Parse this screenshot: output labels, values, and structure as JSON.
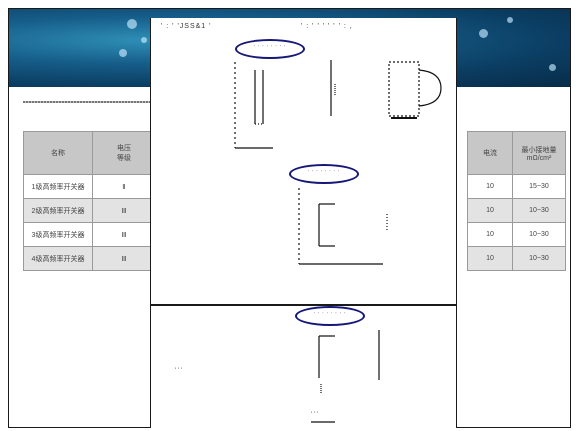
{
  "document": {
    "header_left": "' : ' 'JSS&1 '",
    "header_center": "' : ' ' ' ' ' ' : ,",
    "oval_labels": [
      "' ' ' ' ' ' ' '",
      "' ' ' ' ' ' ' '",
      "' ' ' ' ' ' ' '"
    ],
    "side_label": "' ' '",
    "scale_label": "' ' '"
  },
  "left_table": {
    "header": [
      "名称",
      "电压\n等级"
    ],
    "rows": [
      [
        "1级高频率开关器",
        "Ⅱ"
      ],
      [
        "2级高频率开关器",
        "Ⅲ"
      ],
      [
        "3级高频率开关器",
        "Ⅲ"
      ],
      [
        "4级高频率开关器",
        "Ⅲ"
      ]
    ]
  },
  "right_table": {
    "header": [
      "电流",
      "最小接地量\nmΩ/cm²"
    ],
    "rows": [
      [
        "10",
        "15~30"
      ],
      [
        "10",
        "10~30"
      ],
      [
        "10",
        "10~30"
      ],
      [
        "10",
        "10~30"
      ]
    ]
  },
  "colors": {
    "banner": "#0b3d62",
    "oval": "#17177a"
  }
}
